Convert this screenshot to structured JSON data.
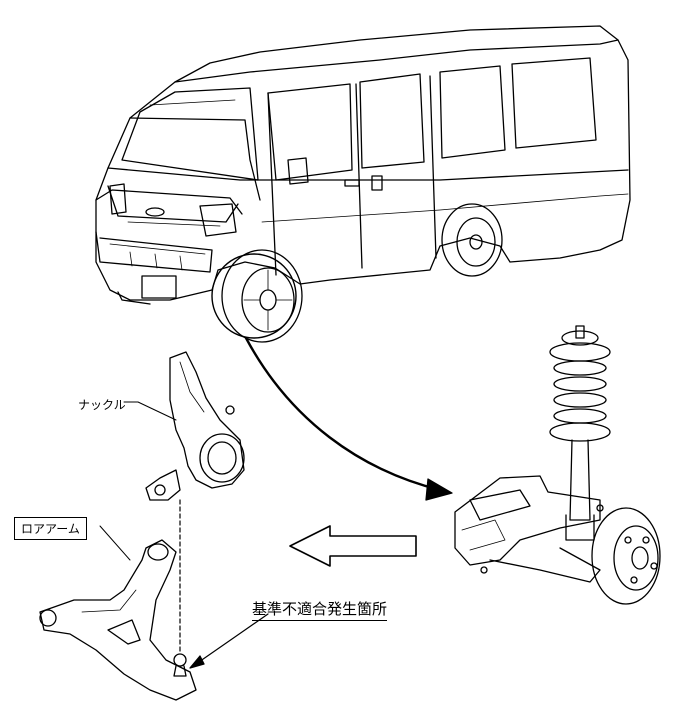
{
  "labels": {
    "knuckle": "ナックル",
    "lower_arm": "ロアアーム",
    "defect_location": "基準不適合発生箇所"
  },
  "colors": {
    "line": "#000000",
    "fill": "#ffffff"
  }
}
